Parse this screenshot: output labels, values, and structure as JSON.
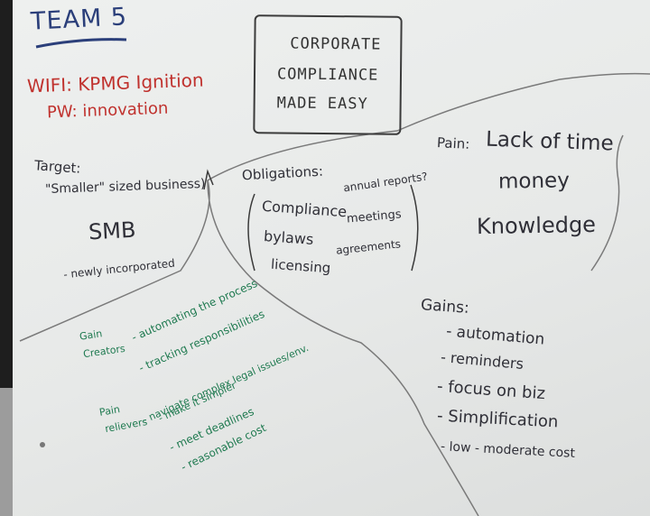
{
  "team": "TEAM 5",
  "wifi": {
    "line1": "WIFI: KPMG Ignition",
    "line2": "PW: innovation"
  },
  "title": [
    "CORPORATE",
    "COMPLIANCE",
    "MADE EASY"
  ],
  "target": {
    "heading": "Target:",
    "line1": "\"Smaller\" sized business)",
    "line2": "SMB",
    "line3": "- newly incorporated"
  },
  "obligations": {
    "heading": "Obligations:",
    "items": [
      "Compliance",
      "bylaws",
      "licensing"
    ],
    "items_right": [
      "annual reports?",
      "meetings",
      "agreements"
    ]
  },
  "pain": {
    "label": "Pain:",
    "line1": "Lack of time",
    "line2": "money",
    "line3": "Knowledge"
  },
  "gains": {
    "heading": "Gains:",
    "items": [
      "- automation",
      "- reminders",
      "- focus on biz",
      "- Simplification",
      "- low - moderate cost"
    ]
  },
  "gain_creators": {
    "label1": "Gain",
    "label2": "Creators",
    "items": [
      "- automating the process",
      "- tracking responsibilities"
    ]
  },
  "pain_relievers": {
    "label1": "Pain",
    "label2": "relievers",
    "items": [
      "- navigate complex legal issues/env.",
      "- make it simpler",
      "- meet deadlines",
      "- reasonable cost"
    ]
  }
}
